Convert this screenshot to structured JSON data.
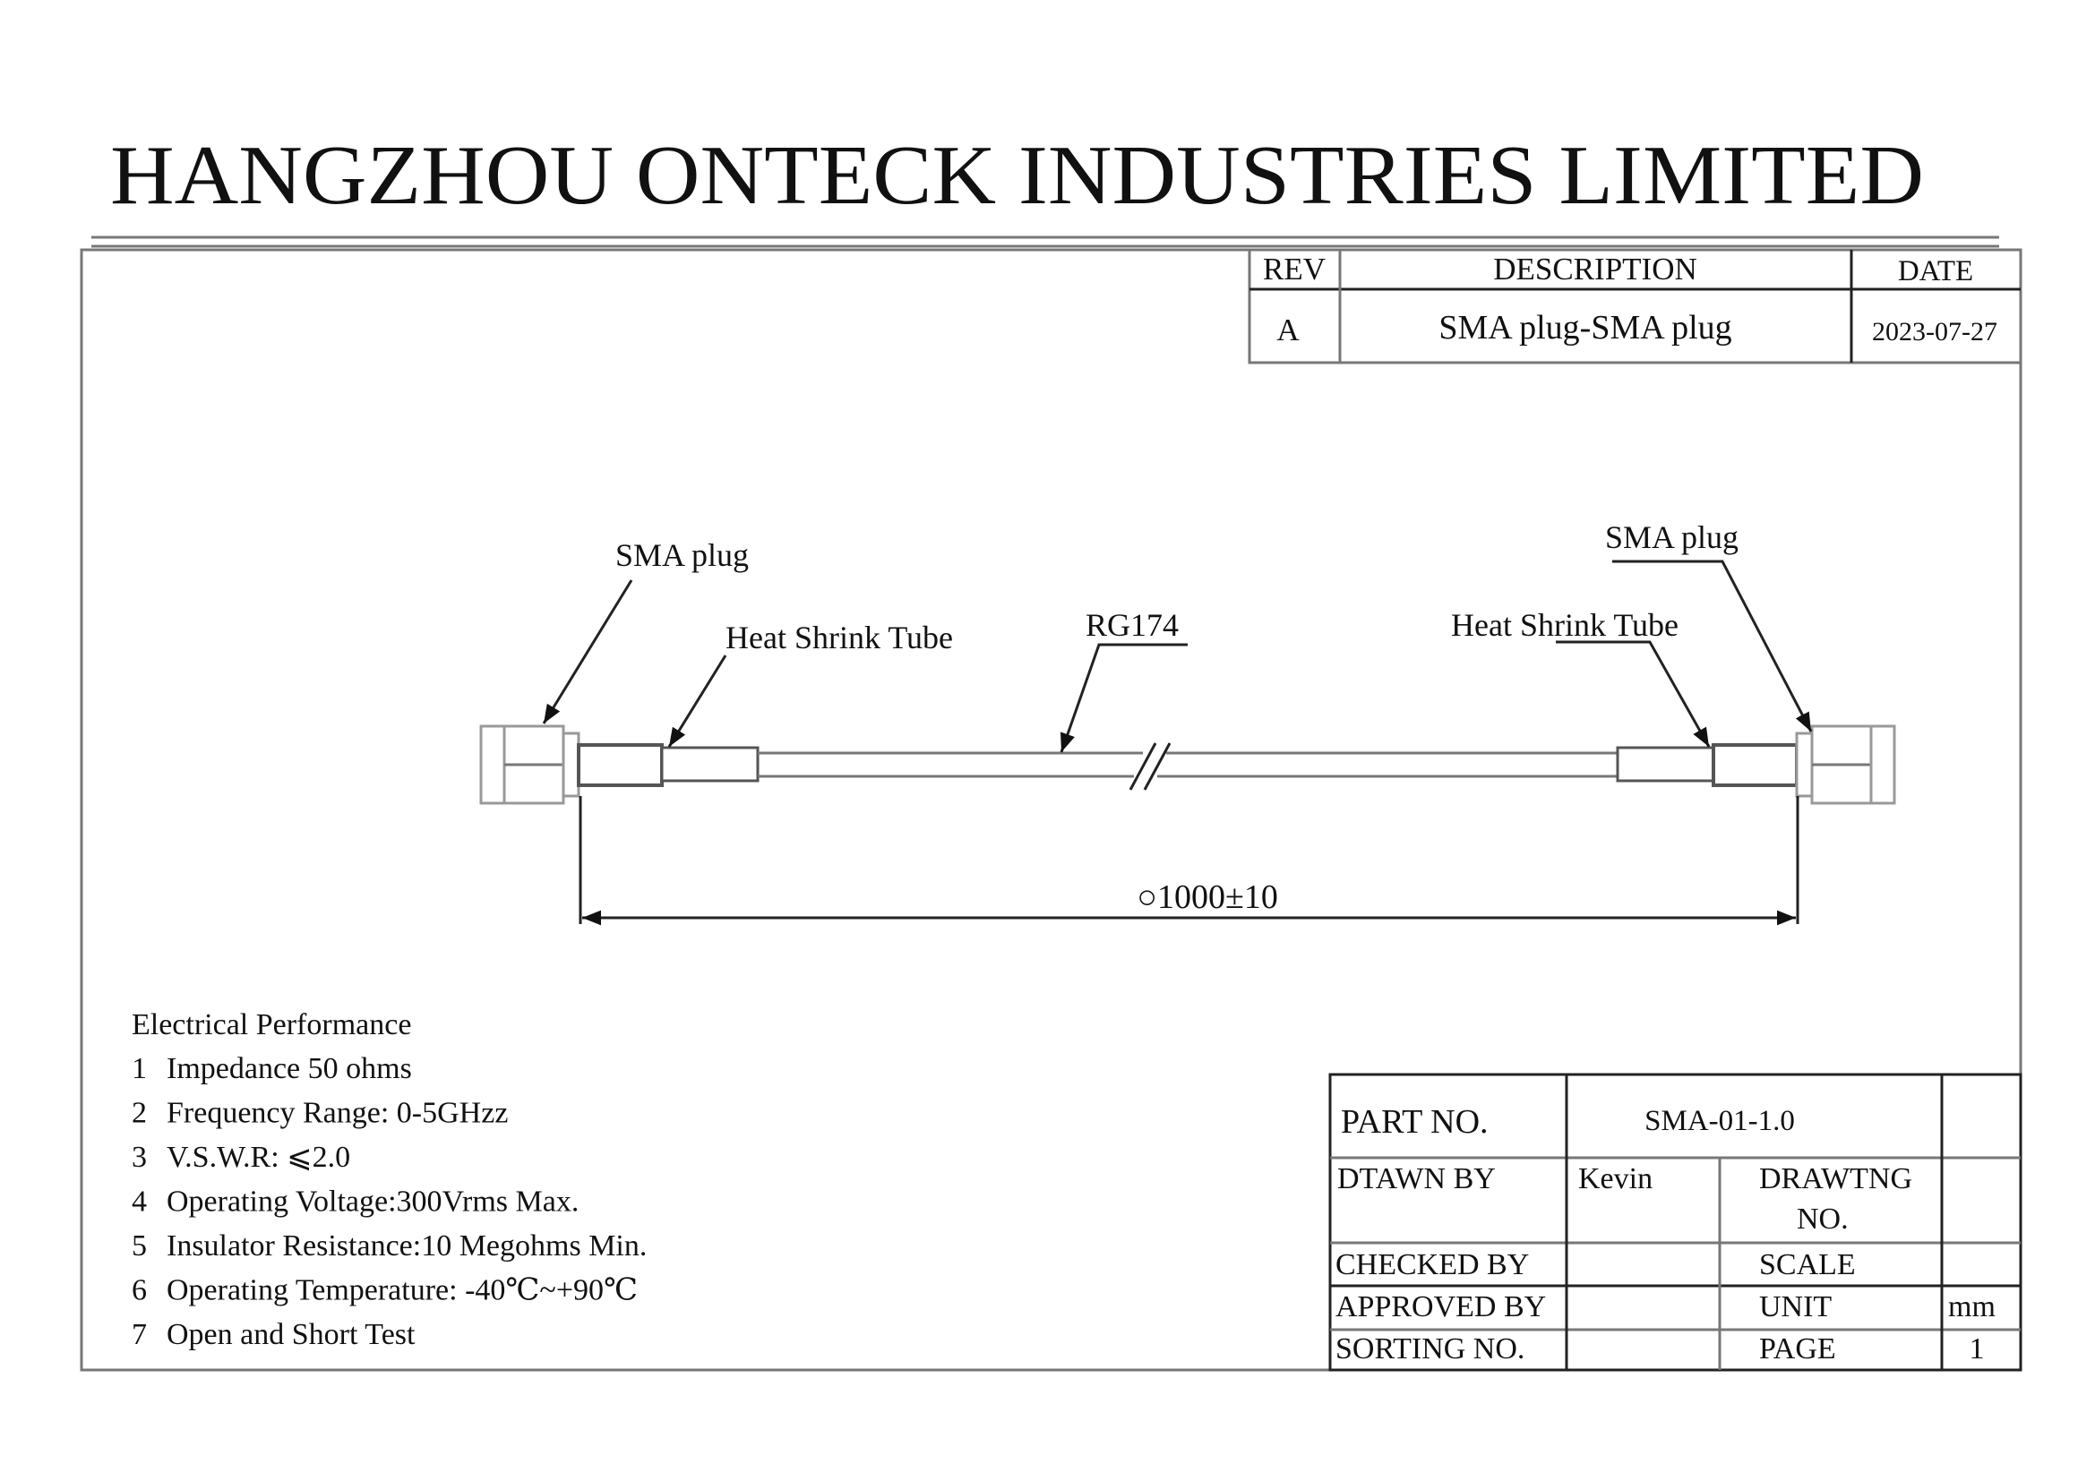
{
  "header": {
    "company": "HANGZHOU ONTECK INDUSTRIES LIMITED"
  },
  "revision_table": {
    "headers": {
      "rev": "REV",
      "description": "DESCRIPTION",
      "date": "DATE"
    },
    "row": {
      "rev": "A",
      "description": "SMA plug-SMA plug",
      "date": "2023-07-27"
    }
  },
  "drawing": {
    "left_connector": "SMA plug",
    "left_tube": "Heat Shrink Tube",
    "cable": "RG174",
    "right_connector": "SMA plug",
    "right_tube": "Heat Shrink Tube",
    "dimension": "○1000±10"
  },
  "electrical": {
    "title": "Electrical Performance",
    "items": [
      {
        "num": "1",
        "text": "Impedance 50 ohms"
      },
      {
        "num": "2",
        "text": "Frequency Range: 0-5GHzz"
      },
      {
        "num": "3",
        "text": "V.S.W.R: ⩽2.0"
      },
      {
        "num": "4",
        "text": "Operating Voltage:300Vrms Max."
      },
      {
        "num": "5",
        "text": "Insulator Resistance:10 Megohms Min."
      },
      {
        "num": "6",
        "text": "Operating Temperature: -40℃~+90℃"
      },
      {
        "num": "7",
        "text": "Open and Short Test"
      }
    ]
  },
  "title_block": {
    "part_no_label": "PART NO.",
    "part_no": "SMA-01-1.0",
    "drawn_by_label": "DTAWN BY",
    "drawn_by": "Kevin",
    "drawing_no_label_1": "DRAWTNG",
    "drawing_no_label_2": "NO.",
    "checked_by_label": "CHECKED BY",
    "scale_label": "SCALE",
    "approved_by_label": "APPROVED BY",
    "unit_label": "UNIT",
    "unit": "mm",
    "sorting_no_label": "SORTING NO.",
    "page_label": "PAGE",
    "page": "1"
  }
}
